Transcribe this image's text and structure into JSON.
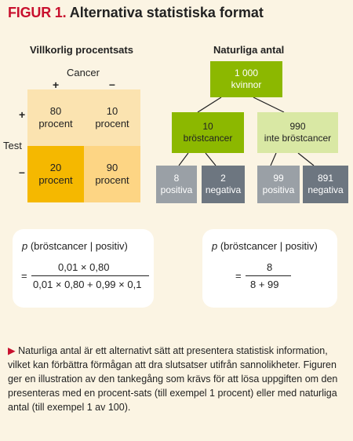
{
  "figure": {
    "label": "FIGUR 1.",
    "title": "Alternativa statistiska format"
  },
  "left": {
    "heading": "Villkorlig procentsats",
    "cancer_label": "Cancer",
    "test_label": "Test",
    "plus": "+",
    "minus": "–",
    "cells": [
      {
        "value": "80",
        "unit": "procent"
      },
      {
        "value": "10",
        "unit": "procent"
      },
      {
        "value": "20",
        "unit": "procent"
      },
      {
        "value": "90",
        "unit": "procent"
      }
    ]
  },
  "right": {
    "heading": "Naturliga antal",
    "root": {
      "value": "1 000",
      "label": "kvinnor"
    },
    "mid": [
      {
        "value": "10",
        "label": "bröstcancer"
      },
      {
        "value": "990",
        "label": "inte bröstcancer"
      }
    ],
    "leaves": [
      {
        "value": "8",
        "label": "positiva"
      },
      {
        "value": "2",
        "label": "negativa"
      },
      {
        "value": "99",
        "label": "positiva"
      },
      {
        "value": "891",
        "label": "negativa"
      }
    ]
  },
  "formula_left": {
    "p": "p",
    "expr": " (bröstcancer | positiv)",
    "eq": "=",
    "numerator": "0,01 × 0,80",
    "denominator": "0,01 × 0,80 + 0,99 × 0,1"
  },
  "formula_right": {
    "p": "p",
    "expr": " (bröstcancer | positiv)",
    "eq": "=",
    "numerator": "8",
    "denominator": "8 + 99"
  },
  "caption": {
    "marker": "▶",
    "text": " Naturliga antal är ett alternativt sätt att presentera statistisk information, vilket kan förbättra förmågan att dra slutsatser utifrån sannolikheter. Figuren ger en illustration av den tankegång som krävs för att lösa uppgiften om den presenteras med en procent-sats (till exempel 1 procent) eller med naturliga antal (till exempel 1 av 100)."
  },
  "colors": {
    "accent": "#c8102e",
    "cell_light": "#fbe3b0",
    "cell_mid": "#fdd584",
    "cell_dark": "#f5b800",
    "tree_dark": "#8cb800",
    "tree_light": "#d9e8a4",
    "leaf": "#9aa0a6",
    "leaf_dark": "#6d7680"
  }
}
